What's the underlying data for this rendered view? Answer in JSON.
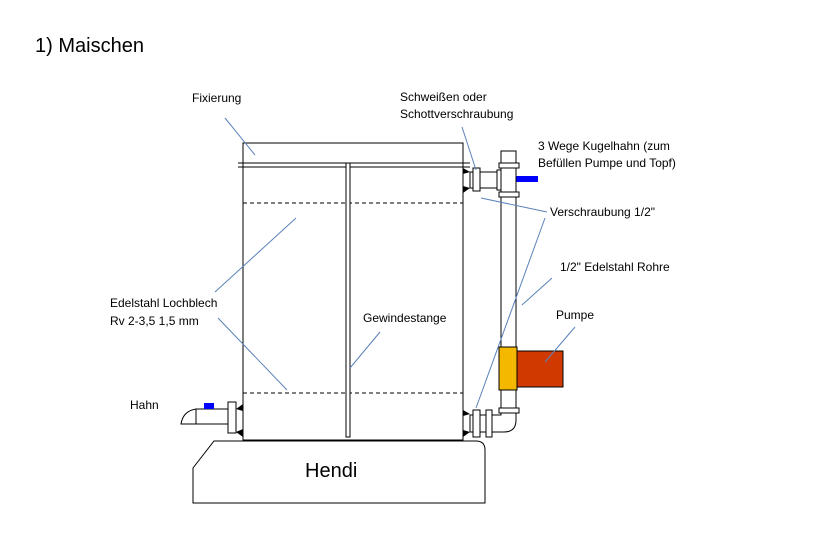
{
  "title": "1) Maischen",
  "base_label": "Hendi",
  "labels": {
    "fixierung": "Fixierung",
    "schweissen_1": "Schweißen oder",
    "schweissen_2": "Schottverschraubung",
    "kugelhahn_1": "3 Wege Kugelhahn (zum",
    "kugelhahn_2": "Befüllen Pumpe und Topf)",
    "verschraubung": "Verschraubung 1/2\"",
    "rohre": "1/2\" Edelstahl Rohre",
    "pumpe": "Pumpe",
    "lochblech_1": "Edelstahl Lochblech",
    "lochblech_2": "Rv 2-3,5 1,5 mm",
    "gewindestange": "Gewindestange",
    "hahn": "Hahn"
  },
  "colors": {
    "valve": "#0000ff",
    "pump_body": "#d03a00",
    "pump_housing": "#f5b800",
    "leader": "#5b82b8"
  }
}
